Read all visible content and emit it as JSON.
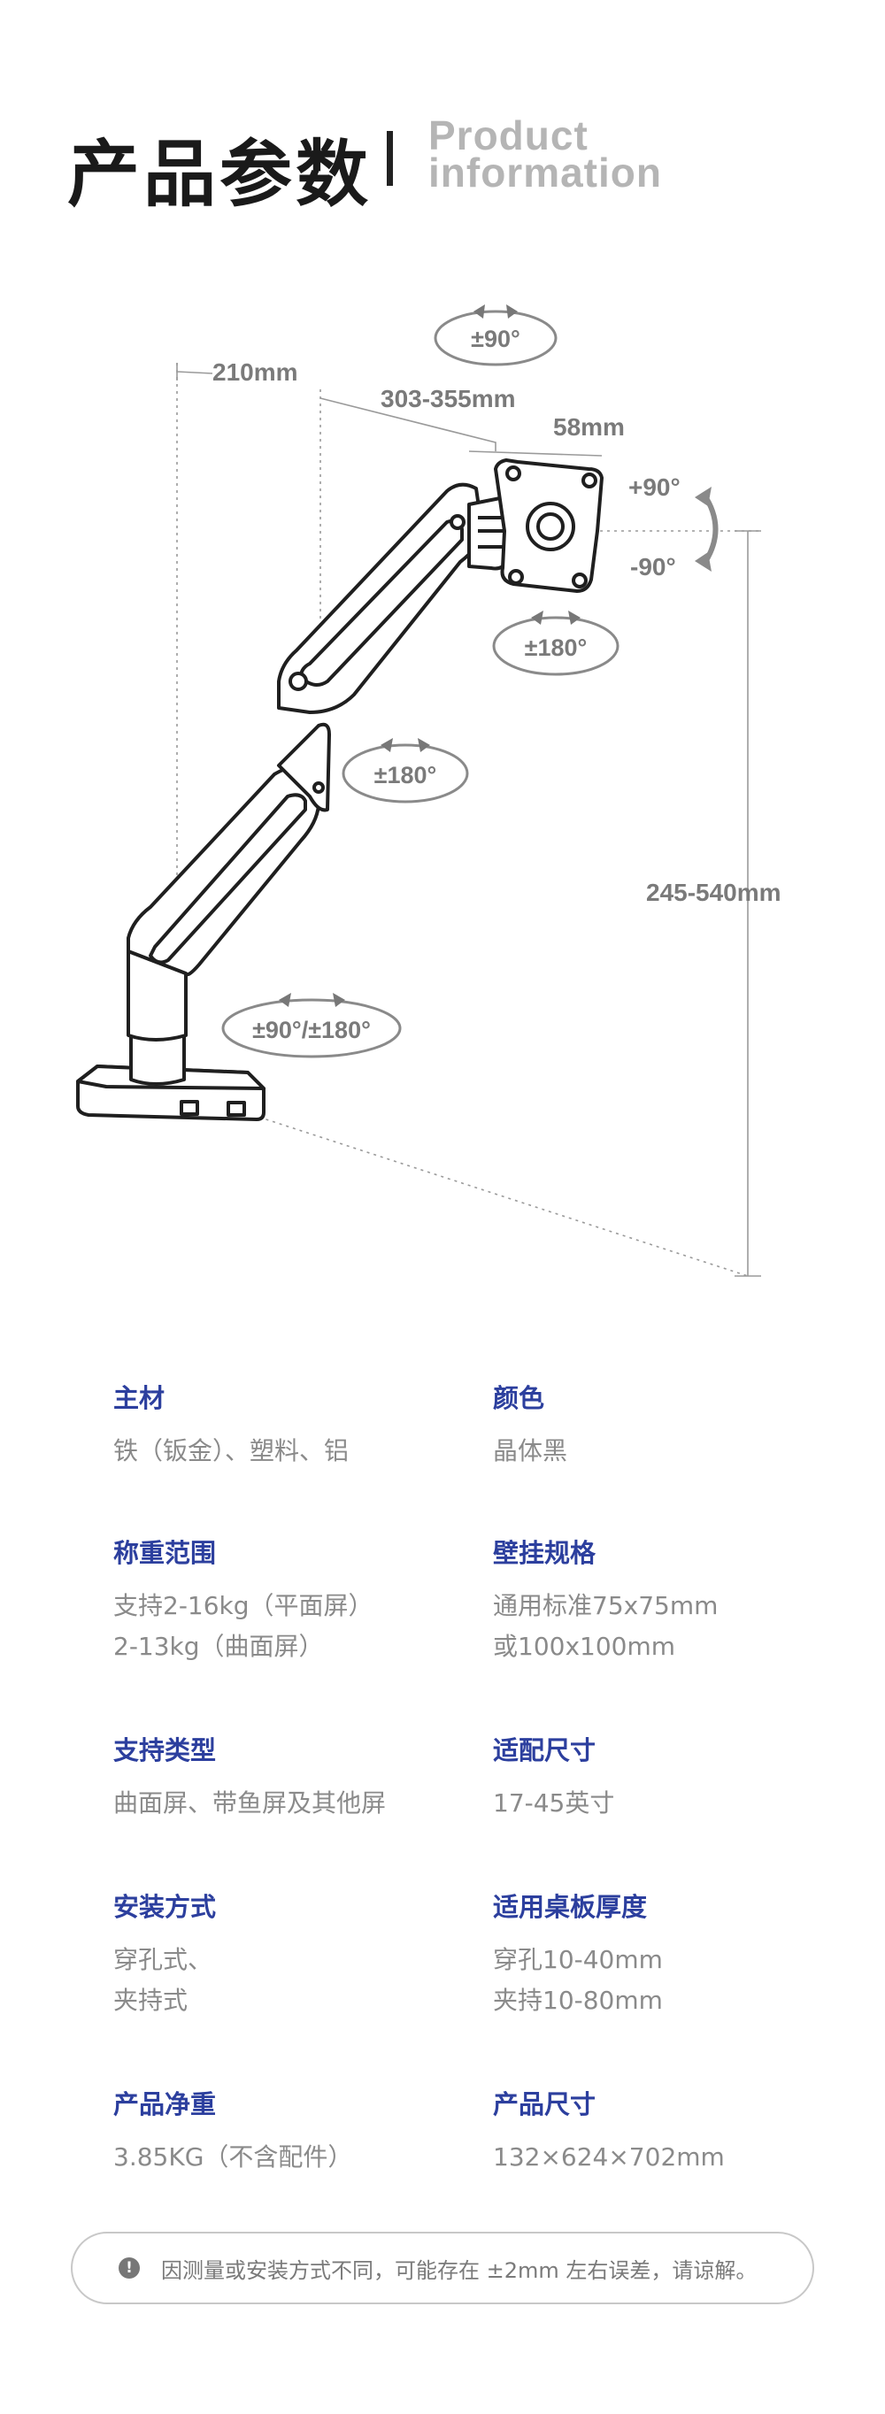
{
  "header": {
    "title_cn": "产品参数",
    "title_en_line1": "Product",
    "title_en_line2": "information"
  },
  "diagram": {
    "depth_base": "210mm",
    "arm_reach": "303-355mm",
    "vesa_offset": "58mm",
    "tilt_up": "+90°",
    "tilt_down": "-90°",
    "height_range": "245-540mm",
    "rotations": {
      "top_swivel": "±90°",
      "plate_rotate": "±180°",
      "elbow_rotate": "±180°",
      "base_rotate": "±90°/±180°"
    }
  },
  "specs": [
    {
      "label": "主材",
      "value": "铁（钣金）、塑料、铝"
    },
    {
      "label": "颜色",
      "value": "晶体黑"
    },
    {
      "label": "称重范围",
      "value": "支持2-16kg（平面屏）\n2-13kg（曲面屏）"
    },
    {
      "label": "壁挂规格",
      "value": "通用标准75x75mm\n或100x100mm"
    },
    {
      "label": "支持类型",
      "value": "曲面屏、带鱼屏及其他屏"
    },
    {
      "label": "适配尺寸",
      "value": "17-45英寸"
    },
    {
      "label": "安装方式",
      "value": "穿孔式、\n夹持式"
    },
    {
      "label": "适用桌板厚度",
      "value": "穿孔10-40mm\n夹持10-80mm"
    },
    {
      "label": "产品净重",
      "value": "3.85KG（不含配件）"
    },
    {
      "label": "产品尺寸",
      "value": "132×624×702mm"
    }
  ],
  "footer_note": {
    "icon": "exclamation-icon",
    "text": "因测量或安装方式不同，可能存在 ±2mm 左右误差，请谅解。"
  },
  "colors": {
    "label_blue": "#2c3f9e",
    "value_gray": "#8a8a8a",
    "title_dark": "#1a1a1a",
    "title_light": "#b5b5b5"
  }
}
